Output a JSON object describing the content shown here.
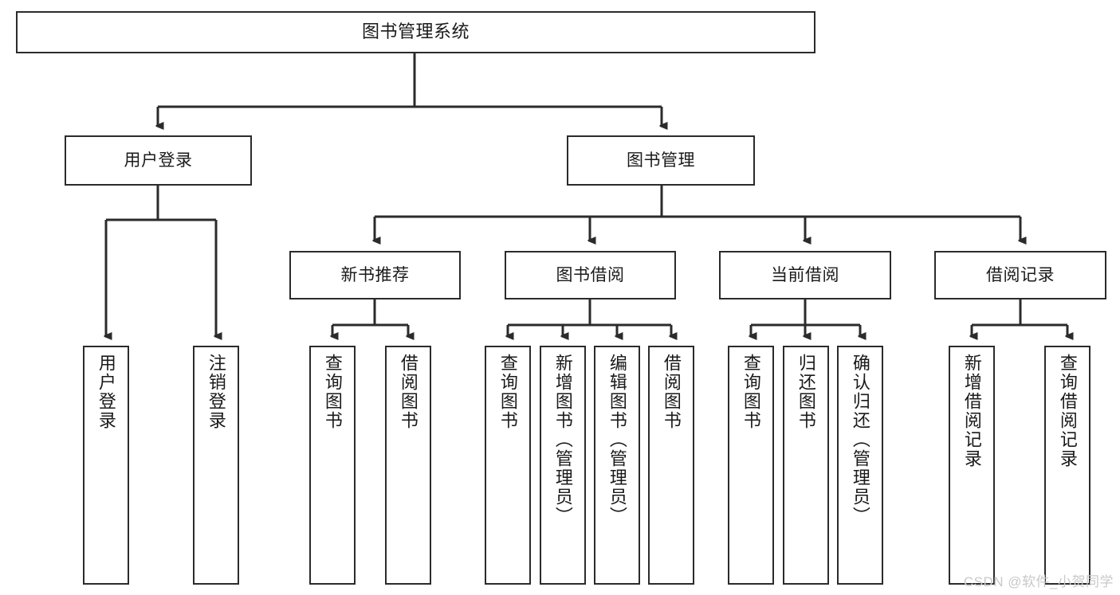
{
  "diagram": {
    "type": "tree",
    "title": "图书管理系统",
    "orientation": "top-down",
    "line_color": "#2b2b2b",
    "box_fill": "#ffffff",
    "text_color": "#1a1a1a",
    "nodes": {
      "root": {
        "label": "图书管理系统"
      },
      "level1": [
        {
          "label": "用户登录"
        },
        {
          "label": "图书管理"
        }
      ],
      "level2": [
        {
          "label": "新书推荐"
        },
        {
          "label": "图书借阅"
        },
        {
          "label": "当前借阅"
        },
        {
          "label": "借阅记录"
        }
      ],
      "leaves_user_login": [
        {
          "label": "用户登录"
        },
        {
          "label": "注销登录"
        }
      ],
      "leaves_new_book": [
        {
          "label": "查询图书"
        },
        {
          "label": "借阅图书"
        }
      ],
      "leaves_borrow": [
        {
          "label": "查询图书"
        },
        {
          "label": "新增图书（管理员）"
        },
        {
          "label": "编辑图书（管理员）"
        },
        {
          "label": "借阅图书"
        }
      ],
      "leaves_current": [
        {
          "label": "查询图书"
        },
        {
          "label": "归还图书"
        },
        {
          "label": "确认归还（管理员）"
        }
      ],
      "leaves_records": [
        {
          "label": "新增借阅记录"
        },
        {
          "label": "查询借阅记录"
        }
      ]
    }
  },
  "watermark": {
    "text": "CSDN @软件_小贺同学",
    "color": "#c9c9c9"
  }
}
